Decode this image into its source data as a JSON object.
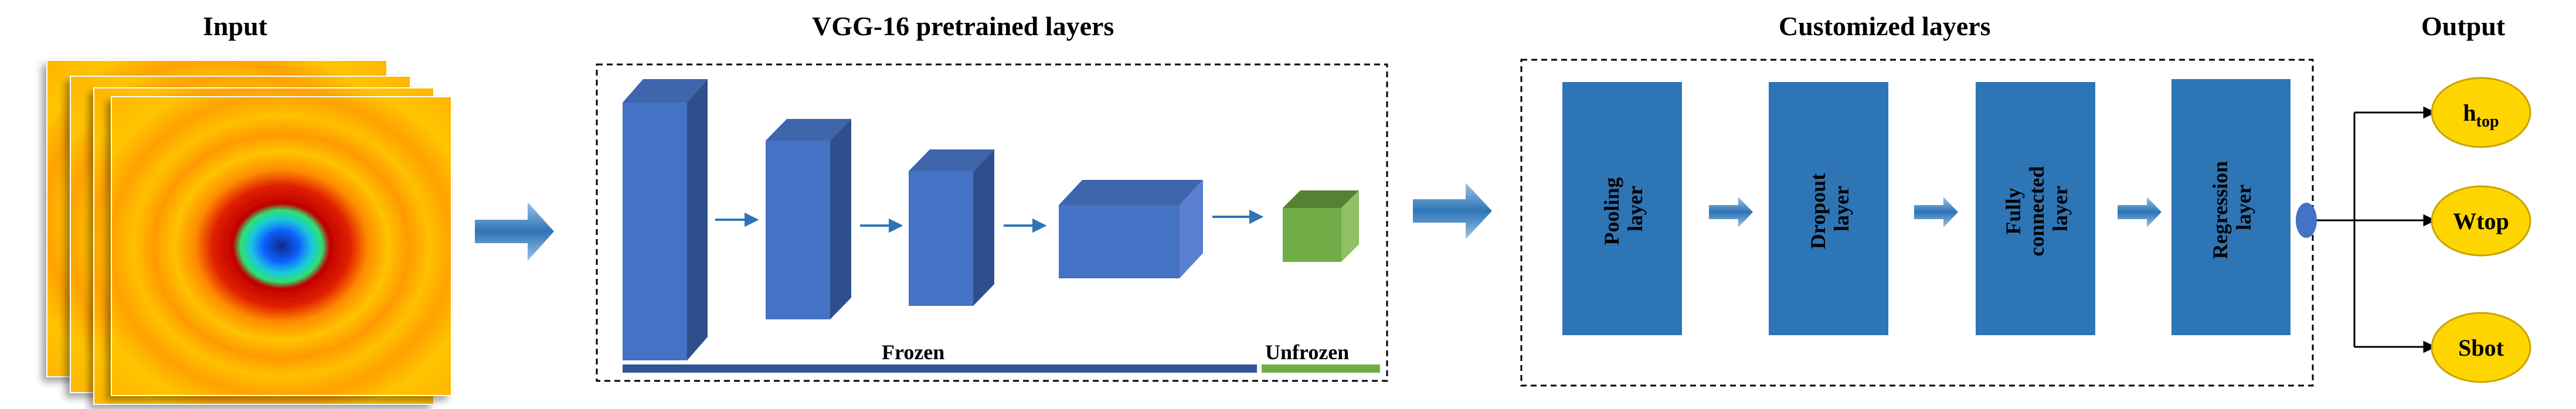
{
  "titles": {
    "input": "Input",
    "vgg": "VGG-16 pretrained layers",
    "custom": "Customized layers",
    "output": "Output"
  },
  "vgg_bars": {
    "frozen": "Frozen",
    "unfrozen": "Unfrozen"
  },
  "custom_layers": [
    {
      "line1": "Pooling",
      "line2": "layer",
      "line3": ""
    },
    {
      "line1": "Dropout",
      "line2": "layer",
      "line3": ""
    },
    {
      "line1": "Fully",
      "line2": "connected",
      "line3": "layer"
    },
    {
      "line1": "Regression",
      "line2": "layer",
      "line3": ""
    }
  ],
  "outputs": [
    {
      "main": "h",
      "sub": "top"
    },
    {
      "main": "Wtop",
      "sub": ""
    },
    {
      "main": "Sbot",
      "sub": ""
    }
  ],
  "colors": {
    "block_front": "#4472c4",
    "block_top": "#3f65ad",
    "block_side": "#2f4f8c",
    "unfrozen_front": "#70ad47",
    "custom_layer": "#2e75b6",
    "output_fill": "#ffd500",
    "output_stroke": "#c9a400",
    "frozen_bar": "#2f5597",
    "unfrozen_bar": "#70ad47"
  }
}
